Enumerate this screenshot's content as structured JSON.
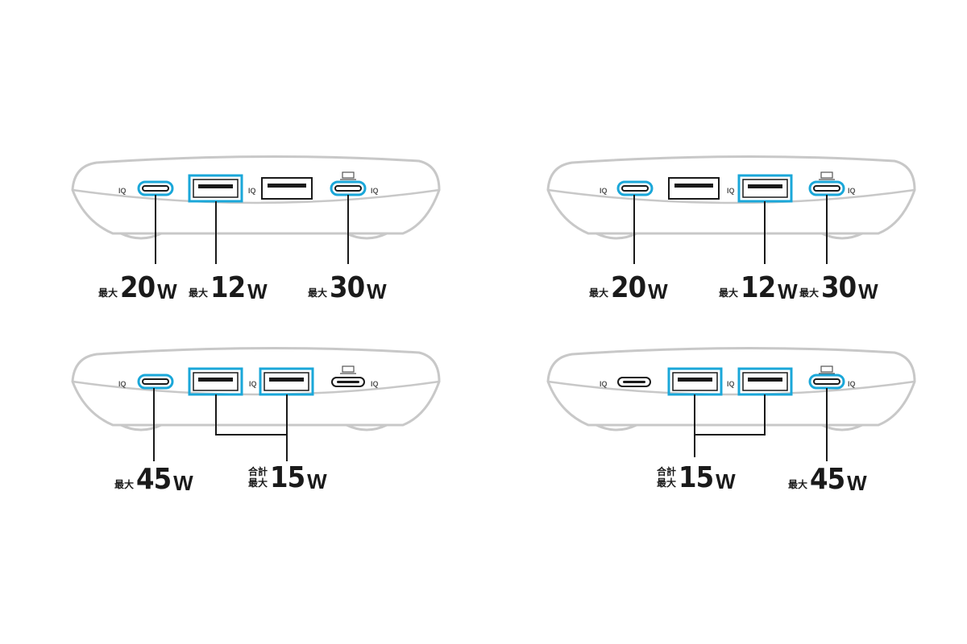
{
  "colors": {
    "accent": "#1aa7d9",
    "outline": "#c8c8c8",
    "port": "#1a1a1a",
    "text": "#1a1a1a"
  },
  "iq_mark": "IQ",
  "panels": [
    {
      "id": "top-left",
      "labels": [
        {
          "prefix": "最大",
          "value": "20",
          "unit": "W"
        },
        {
          "prefix": "最大",
          "value": "12",
          "unit": "W"
        },
        {
          "prefix": "最大",
          "value": "30",
          "unit": "W"
        }
      ]
    },
    {
      "id": "top-right",
      "labels": [
        {
          "prefix": "最大",
          "value": "20",
          "unit": "W"
        },
        {
          "prefix": "最大",
          "value": "12",
          "unit": "W"
        },
        {
          "prefix": "最大",
          "value": "30",
          "unit": "W"
        }
      ]
    },
    {
      "id": "bottom-left",
      "labels": [
        {
          "prefix": "最大",
          "value": "45",
          "unit": "W"
        },
        {
          "prefix_line1": "合計",
          "prefix_line2": "最大",
          "value": "15",
          "unit": "W"
        }
      ]
    },
    {
      "id": "bottom-right",
      "labels": [
        {
          "prefix_line1": "合計",
          "prefix_line2": "最大",
          "value": "15",
          "unit": "W"
        },
        {
          "prefix": "最大",
          "value": "45",
          "unit": "W"
        }
      ]
    }
  ]
}
